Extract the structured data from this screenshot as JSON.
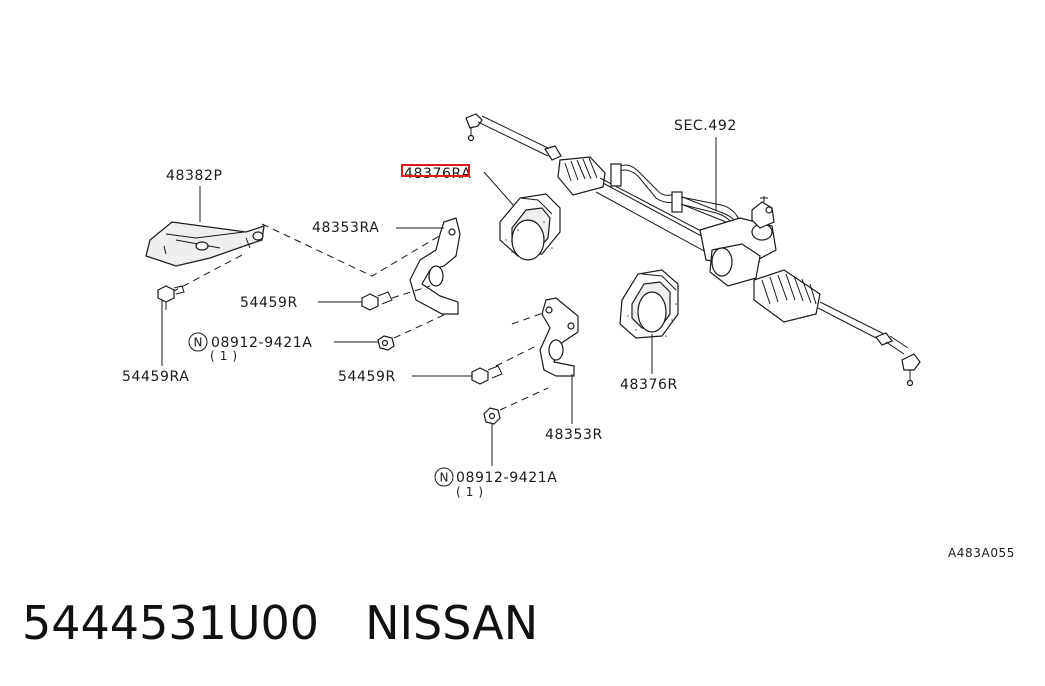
{
  "diagram_code": "A483A055",
  "labels": {
    "sec_ref": "SEC.492",
    "p48382p": "48382P",
    "p48376ra": "48376RA",
    "p48353ra": "48353RA",
    "p54459r_top": "54459R",
    "p08912_top": "08912-9421A",
    "p08912_top_qty": "( 1 )",
    "p54459ra": "54459RA",
    "p54459r_mid": "54459R",
    "p48376r": "48376R",
    "p48353r": "48353R",
    "p08912_bottom": "08912-9421A",
    "p08912_bottom_qty": "( 1 )",
    "n_symbol": "N"
  },
  "highlight": {
    "part": "48376RA",
    "color": "#e0191d"
  },
  "footer": {
    "part_number": "5444531U00",
    "brand": "NISSAN"
  }
}
